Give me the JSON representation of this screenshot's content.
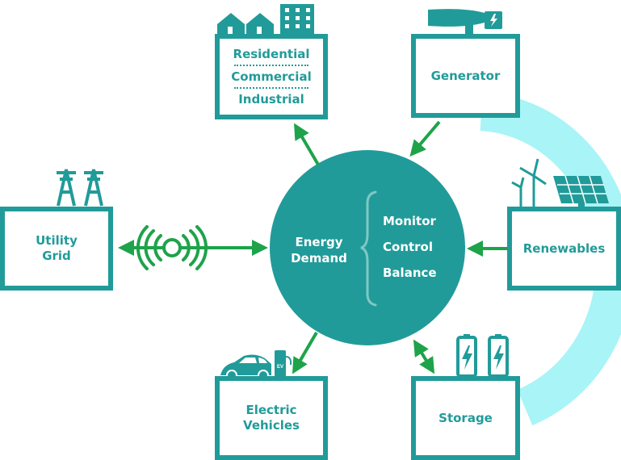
{
  "center": {
    "title_line1": "Energy",
    "title_line2": "Demand",
    "actions": [
      "Monitor",
      "Control",
      "Balance"
    ]
  },
  "nodes": {
    "consumers": {
      "lines": [
        "Residential",
        "Commercial",
        "Industrial"
      ]
    },
    "generator": {
      "label": "Generator"
    },
    "utility_grid": {
      "line1": "Utility",
      "line2": "Grid"
    },
    "renewables": {
      "label": "Renewables"
    },
    "electric_vehicles": {
      "line1": "Electric",
      "line2": "Vehicles",
      "charger_text": "EV"
    },
    "storage": {
      "label": "Storage"
    }
  },
  "colors": {
    "teal": "#219b99",
    "arrow_green": "#1ea34a",
    "arc_cyan": "#a8f4f7",
    "brace": "#7fc8c4"
  }
}
